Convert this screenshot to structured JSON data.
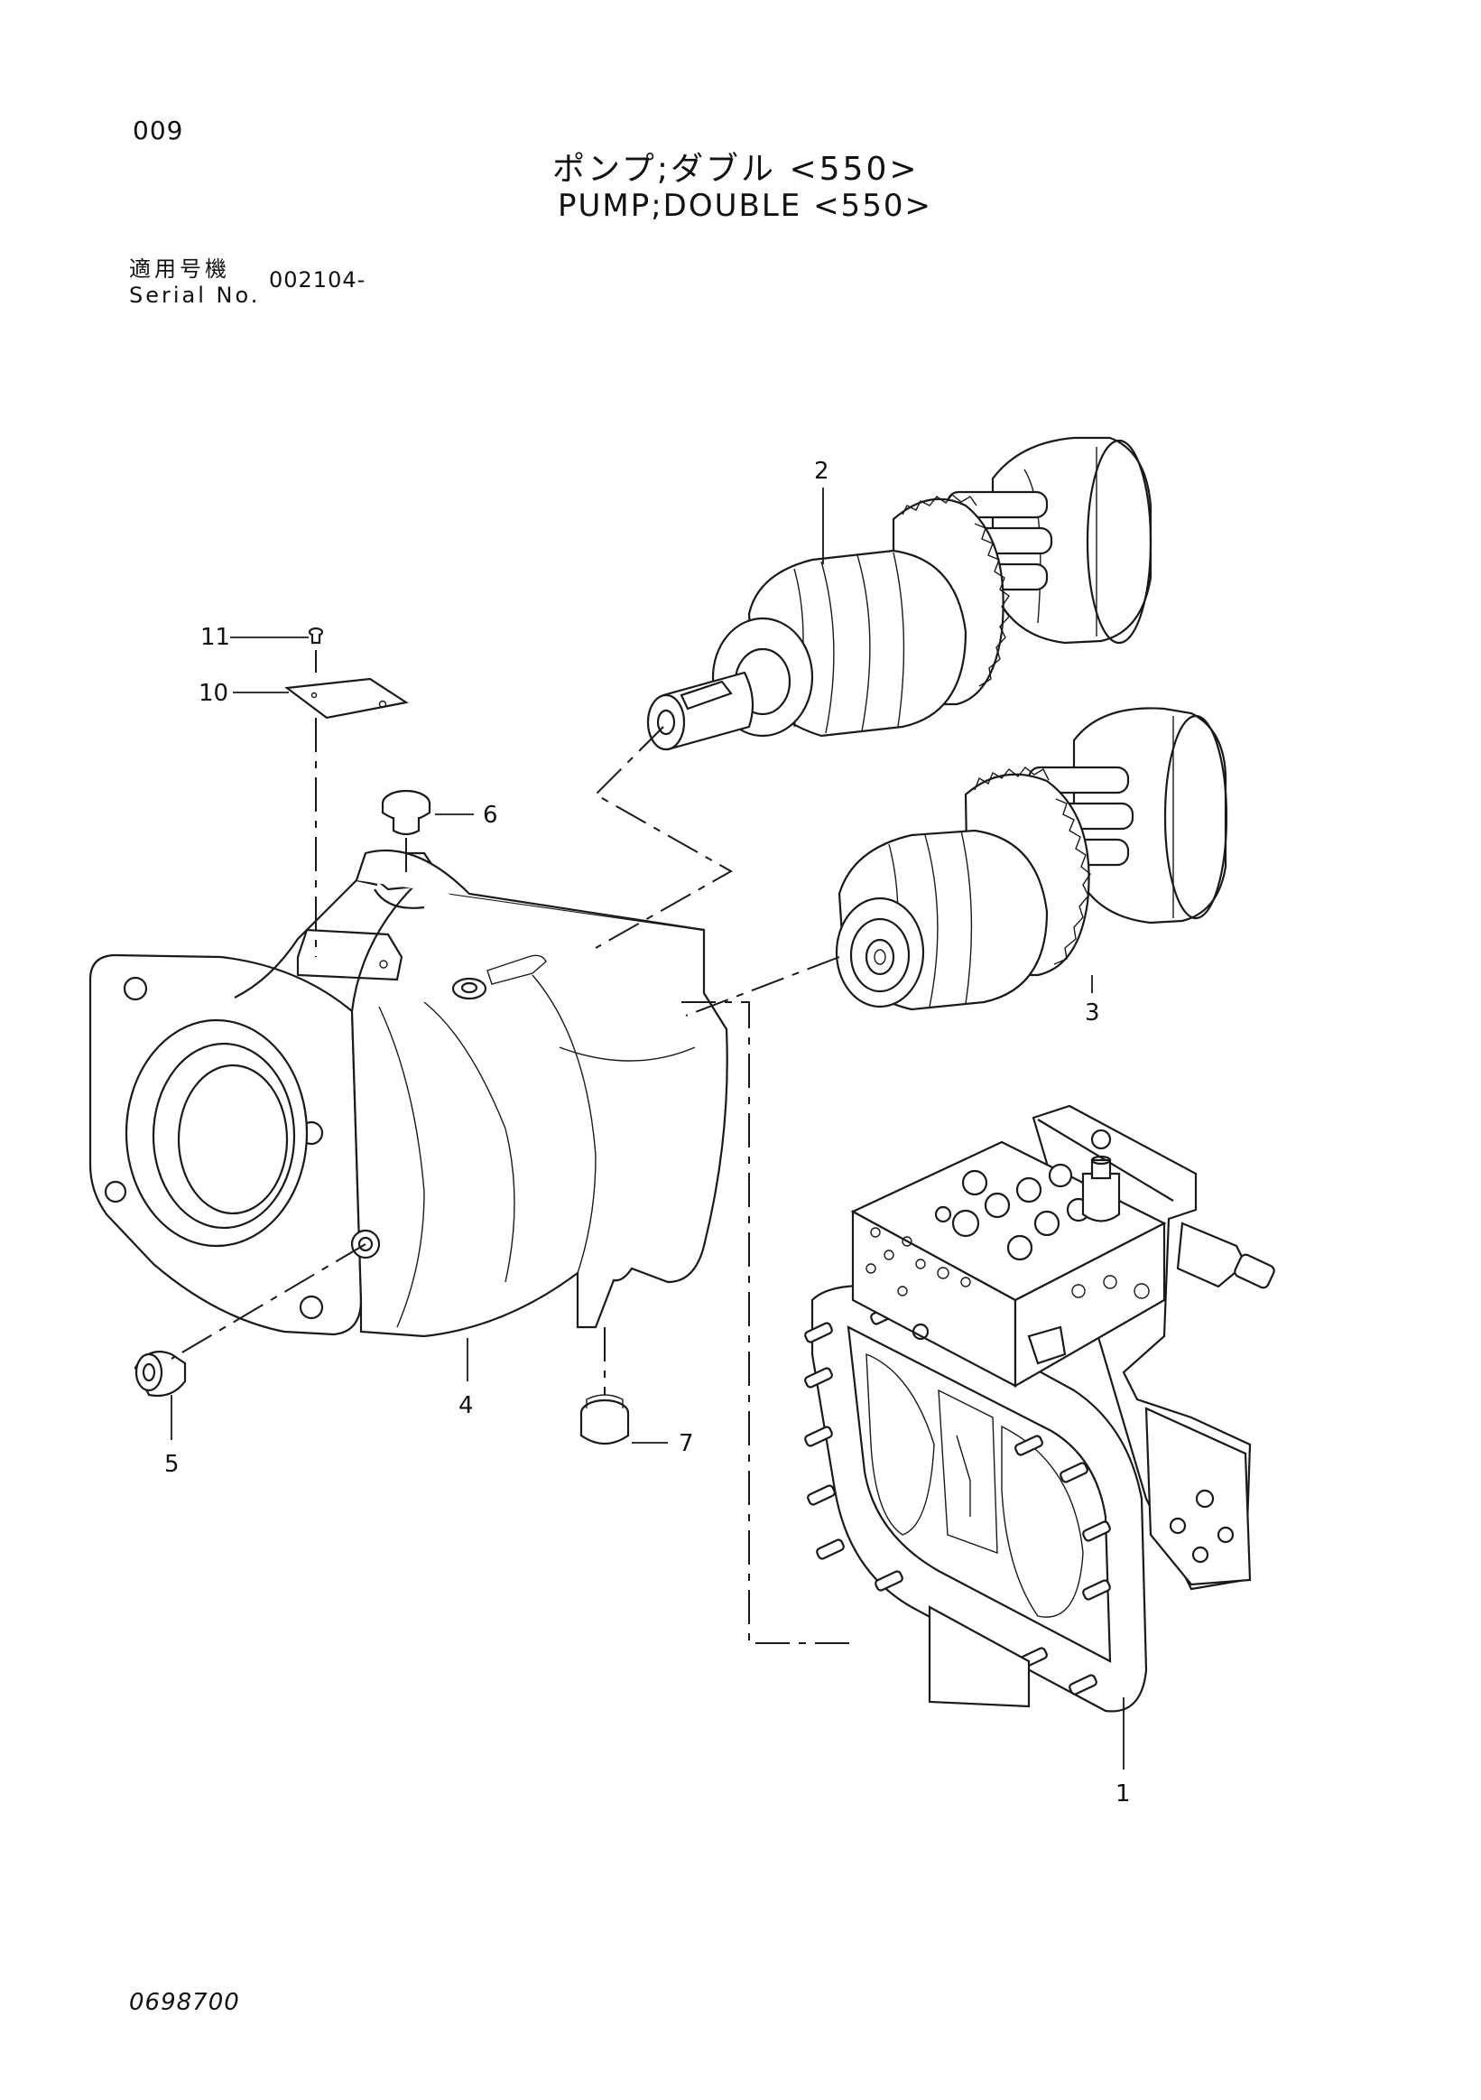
{
  "page": {
    "page_number": "009",
    "title_jp": "ポンプ;ダブル <550>",
    "title_en": "PUMP;DOUBLE <550>",
    "serial_label_jp": "適用号機",
    "serial_label_en": "Serial No.",
    "serial_value": "002104-",
    "document_number": "0698700"
  },
  "callouts": [
    {
      "id": "1",
      "label": "1"
    },
    {
      "id": "2",
      "label": "2"
    },
    {
      "id": "3",
      "label": "3"
    },
    {
      "id": "4",
      "label": "4"
    },
    {
      "id": "5",
      "label": "5"
    },
    {
      "id": "6",
      "label": "6"
    },
    {
      "id": "7",
      "label": "7"
    },
    {
      "id": "10",
      "label": "10"
    },
    {
      "id": "11",
      "label": "11"
    }
  ],
  "parts": [
    {
      "id": "1",
      "name": "valve-block-housing"
    },
    {
      "id": "2",
      "name": "rotary-group-upper"
    },
    {
      "id": "3",
      "name": "rotary-group-lower"
    },
    {
      "id": "4",
      "name": "pump-casing"
    },
    {
      "id": "5",
      "name": "plug"
    },
    {
      "id": "6",
      "name": "plug"
    },
    {
      "id": "7",
      "name": "plug"
    },
    {
      "id": "10",
      "name": "name-plate"
    },
    {
      "id": "11",
      "name": "rivet"
    }
  ]
}
